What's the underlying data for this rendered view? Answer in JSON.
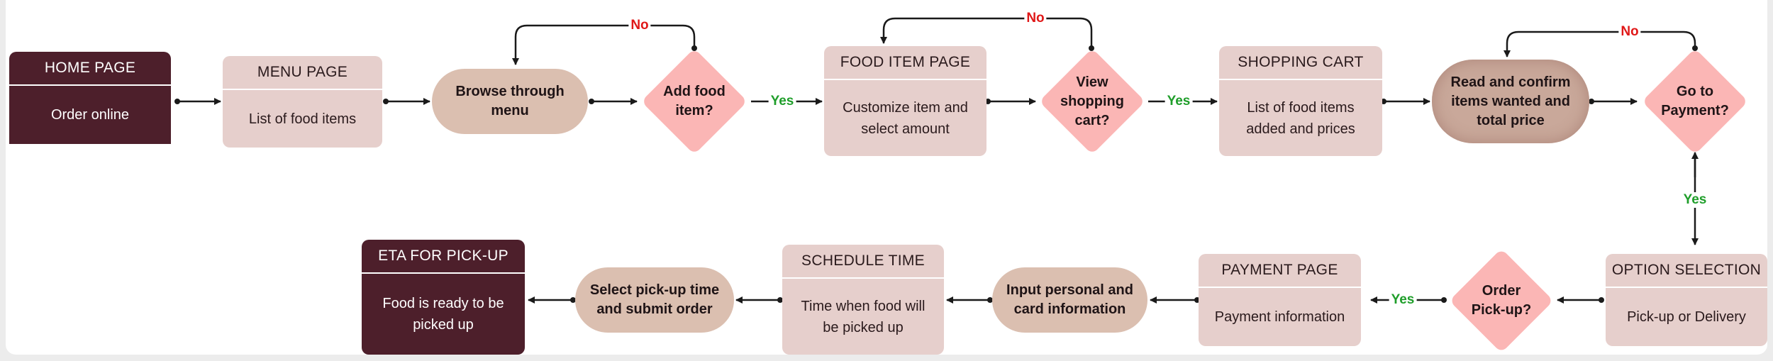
{
  "diagram": {
    "home": {
      "title": "HOME PAGE",
      "text": "Order online"
    },
    "menu": {
      "title": "MENU PAGE",
      "text": "List of food items"
    },
    "browse": {
      "text": "Browse through menu"
    },
    "add_food": {
      "text": "Add food item?"
    },
    "food_item": {
      "title": "FOOD ITEM PAGE",
      "text": "Customize item and select amount"
    },
    "view_cart": {
      "text": "View shopping cart?"
    },
    "cart": {
      "title": "SHOPPING CART",
      "text": "List of food items added and prices"
    },
    "confirm": {
      "text": "Read and confirm items wanted and total price"
    },
    "payment_q": {
      "text": "Go to Payment?"
    },
    "option": {
      "title": "OPTION SELECTION",
      "text": "Pick-up or Delivery"
    },
    "pickup_q": {
      "text": "Order Pick-up?"
    },
    "payment_page": {
      "title": "PAYMENT PAGE",
      "text": "Payment information"
    },
    "input_info": {
      "text": "Input personal and card information"
    },
    "schedule": {
      "title": "SCHEDULE TIME",
      "text": "Time when food will be picked up"
    },
    "select_time": {
      "text": "Select pick-up time and submit order"
    },
    "eta": {
      "title": "ETA FOR PICK-UP",
      "text": "Food is ready to be picked up"
    },
    "labels": {
      "yes": "Yes",
      "no": "No"
    },
    "colors": {
      "line": "#1a1a1a",
      "yes": "#1f9e2a",
      "no": "#e01818",
      "card": "#e6cfcc",
      "dark_card": "#4d1f2b",
      "pill": "#dbbfb0",
      "diamond": "#fbb6b5"
    }
  }
}
